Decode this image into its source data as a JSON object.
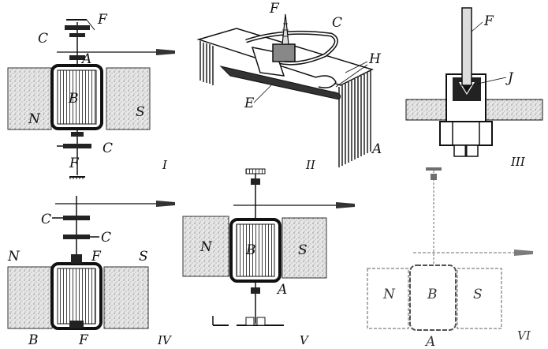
{
  "figure": {
    "labels": {
      "north": "N",
      "south": "S",
      "coil": "B",
      "frame": "A",
      "spring": "C",
      "pivot": "F",
      "bearing": "J",
      "plate": "E",
      "edges": "H"
    },
    "panels": [
      {
        "numeral": "I"
      },
      {
        "numeral": "II"
      },
      {
        "numeral": "III"
      },
      {
        "numeral": "IV"
      },
      {
        "numeral": "V"
      },
      {
        "numeral": "VI"
      }
    ]
  },
  "colors": {
    "ink": "#111111",
    "paper": "#ffffff",
    "magnet_fill": "#d8d8d8"
  }
}
